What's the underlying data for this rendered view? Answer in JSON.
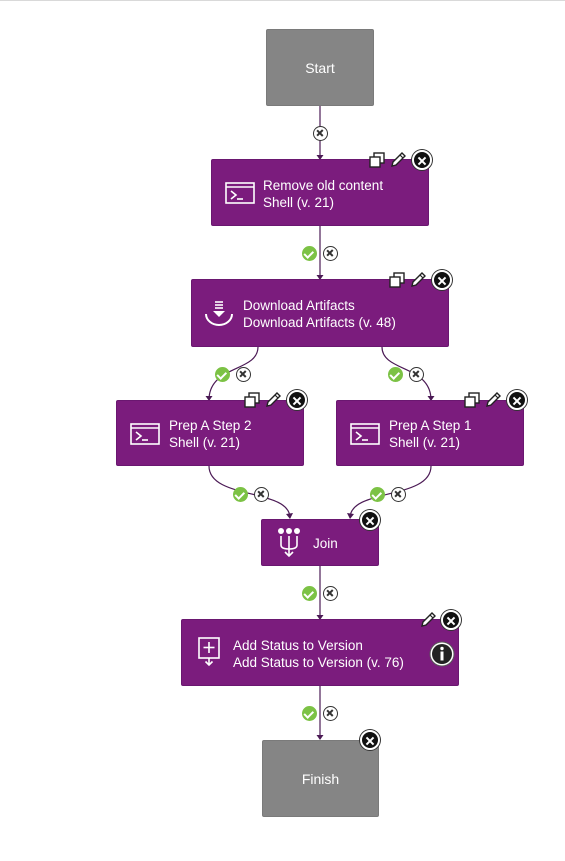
{
  "nodes": {
    "start": {
      "label": "Start"
    },
    "remove_old": {
      "title": "Remove old content",
      "subtitle": "Shell (v. 21)",
      "icon": "terminal-icon"
    },
    "download": {
      "title": "Download Artifacts",
      "subtitle": "Download Artifacts (v. 48)",
      "icon": "download-icon"
    },
    "prep_a_2": {
      "title": "Prep A Step 2",
      "subtitle": "Shell (v. 21)",
      "icon": "terminal-icon"
    },
    "prep_a_1": {
      "title": "Prep A Step 1",
      "subtitle": "Shell (v. 21)",
      "icon": "terminal-icon"
    },
    "join": {
      "label": "Join",
      "icon": "join-icon"
    },
    "add_status": {
      "title": "Add Status to Version",
      "subtitle": "Add Status to Version (v. 76)",
      "icon": "add-status-icon",
      "extra_icon": "info-icon"
    },
    "finish": {
      "label": "Finish"
    }
  },
  "colors": {
    "step": "#7b1c7d",
    "terminal": "#858585",
    "wire": "#4b1a55",
    "success": "#7cc245"
  },
  "edges": [
    {
      "from": "start",
      "to": "remove_old",
      "conditions": [
        "failure"
      ]
    },
    {
      "from": "remove_old",
      "to": "download",
      "conditions": [
        "success",
        "failure"
      ]
    },
    {
      "from": "download",
      "to": "prep_a_2",
      "conditions": [
        "success",
        "failure"
      ]
    },
    {
      "from": "download",
      "to": "prep_a_1",
      "conditions": [
        "success",
        "failure"
      ]
    },
    {
      "from": "prep_a_2",
      "to": "join",
      "conditions": [
        "success",
        "failure"
      ]
    },
    {
      "from": "prep_a_1",
      "to": "join",
      "conditions": [
        "success",
        "failure"
      ]
    },
    {
      "from": "join",
      "to": "add_status",
      "conditions": [
        "success",
        "failure"
      ]
    },
    {
      "from": "add_status",
      "to": "finish",
      "conditions": [
        "success",
        "failure"
      ]
    }
  ]
}
